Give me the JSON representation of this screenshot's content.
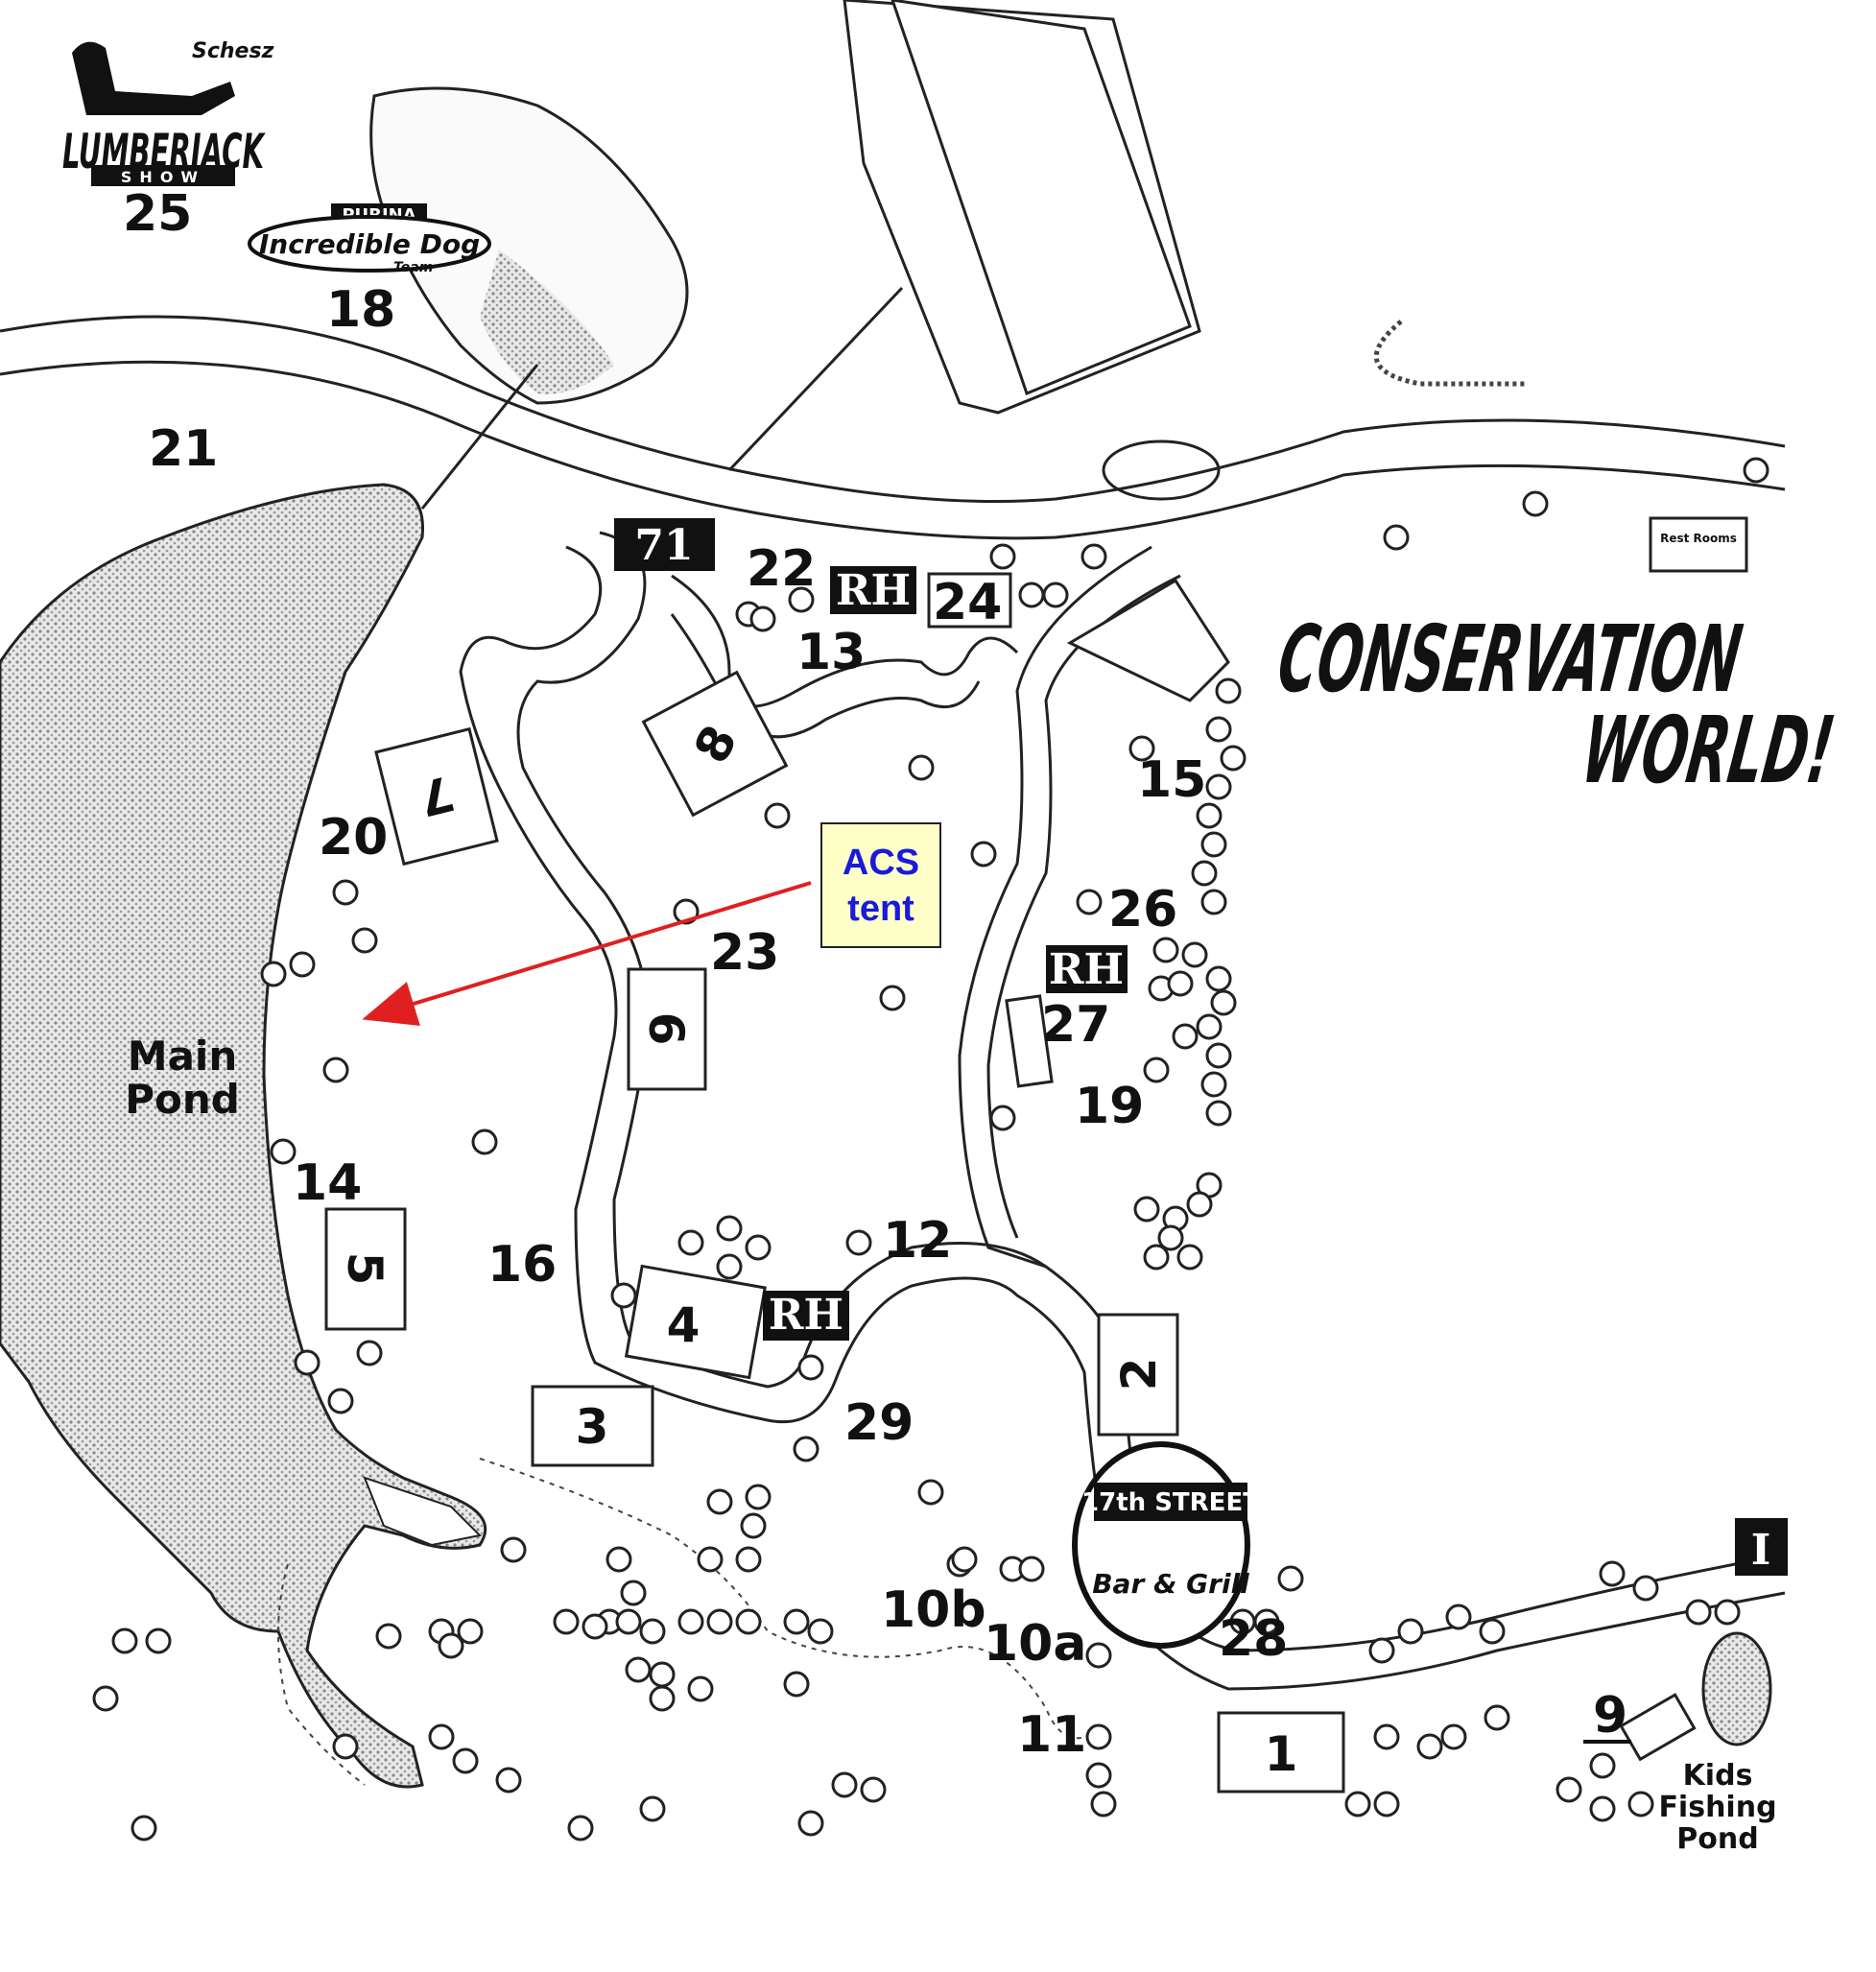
{
  "map": {
    "title_line1": "CONSERVATION",
    "title_line2": "WORLD!",
    "callout": {
      "line1": "ACS",
      "line2": "tent",
      "text_color": "#1a1adc",
      "arrow_color": "#e02020"
    },
    "logos": {
      "lumberjack_small": "Schesz",
      "lumberjack_main": "LUMBERJACK",
      "lumberjack_sub": "SHOW",
      "purina_top": "PURINA",
      "purina_main": "Incredible Dog",
      "purina_sub": "Team",
      "grill_top": "17th STREET",
      "grill_sub": "Bar & Grill"
    },
    "restroom_badge": "RH",
    "info_badge": "I",
    "restroom_sign": "Rest Rooms",
    "water_labels": {
      "main_pond_1": "Main",
      "main_pond_2": "Pond",
      "kids_1": "Kids",
      "kids_2": "Fishing",
      "kids_3": "Pond"
    },
    "area_numbers": {
      "n25": "25",
      "n18": "18",
      "n21": "21",
      "n71": "71",
      "n22": "22",
      "n13": "13",
      "n24": "24",
      "n15": "15",
      "n20": "20",
      "n26": "26",
      "n23": "23",
      "n27": "27",
      "n19": "19",
      "n14": "14",
      "n16": "16",
      "n12": "12",
      "n29": "29",
      "n10b": "10b",
      "n10a": "10a",
      "n11": "11",
      "n28": "28",
      "n9": "9"
    },
    "building_numbers": {
      "b1": "1",
      "b2": "2",
      "b3": "3",
      "b4": "4",
      "b5": "5",
      "b6": "6",
      "b7": "7",
      "b8": "8"
    }
  }
}
